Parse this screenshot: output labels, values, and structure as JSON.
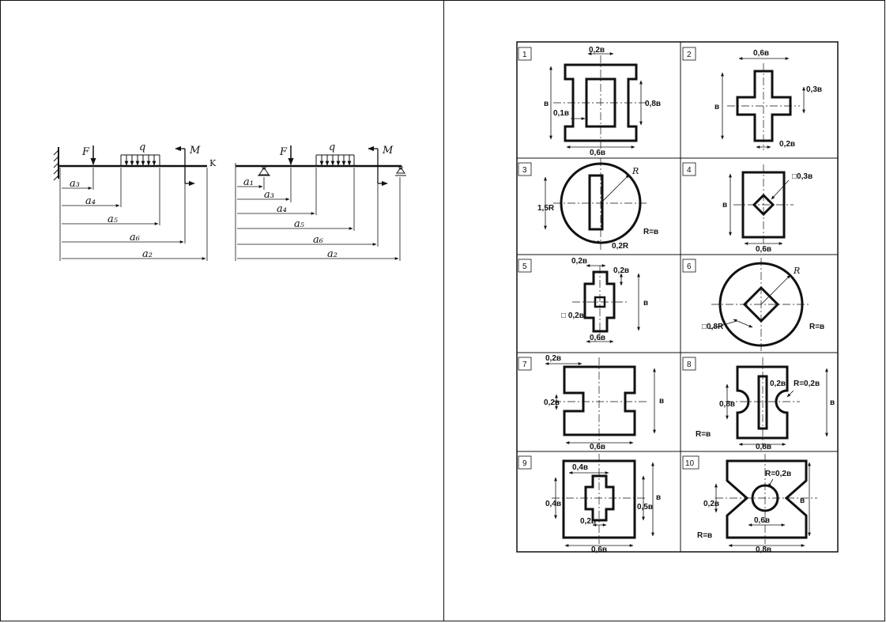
{
  "schemes": {
    "cantilever": {
      "force": "F",
      "load": "q",
      "moment": "M",
      "end_point": "K",
      "dims": [
        "a₃",
        "a₄",
        "a₅",
        "a₆",
        "a₂"
      ]
    },
    "simply_supported": {
      "force": "F",
      "load": "q",
      "moment": "M",
      "dims": [
        "a₁",
        "a₃",
        "a₄",
        "a₅",
        "a₆",
        "a₂"
      ]
    }
  },
  "sections": [
    {
      "number": "1",
      "labels": [
        "0,2в",
        "в",
        "0,1в",
        "0,8в",
        "0,6в"
      ]
    },
    {
      "number": "2",
      "labels": [
        "0,6в",
        "0,3в",
        "в",
        "0,2в"
      ]
    },
    {
      "number": "3",
      "labels": [
        "R",
        "1,5R",
        "0,2R",
        "R=в"
      ]
    },
    {
      "number": "4",
      "labels": [
        "□0,3в",
        "в",
        "0,6в"
      ]
    },
    {
      "number": "5",
      "labels": [
        "0,2в",
        "0,2в",
        "в",
        "□ 0,2в",
        "0,6в"
      ]
    },
    {
      "number": "6",
      "labels": [
        "R",
        "□0,8R",
        "R=в"
      ]
    },
    {
      "number": "7",
      "labels": [
        "0,2в",
        "0,2в",
        "в",
        "0,6в"
      ]
    },
    {
      "number": "8",
      "labels": [
        "0,2в",
        "R=0,2в",
        "0,8в",
        "в",
        "R=в",
        "0,8в"
      ]
    },
    {
      "number": "9",
      "labels": [
        "0,4в",
        "0,4в",
        "0,5в",
        "в",
        "0,2в",
        "0,6в"
      ]
    },
    {
      "number": "10",
      "labels": [
        "R=0,2в",
        "0,2в",
        "в",
        "0,6в",
        "R=в",
        "0,8в"
      ]
    }
  ]
}
